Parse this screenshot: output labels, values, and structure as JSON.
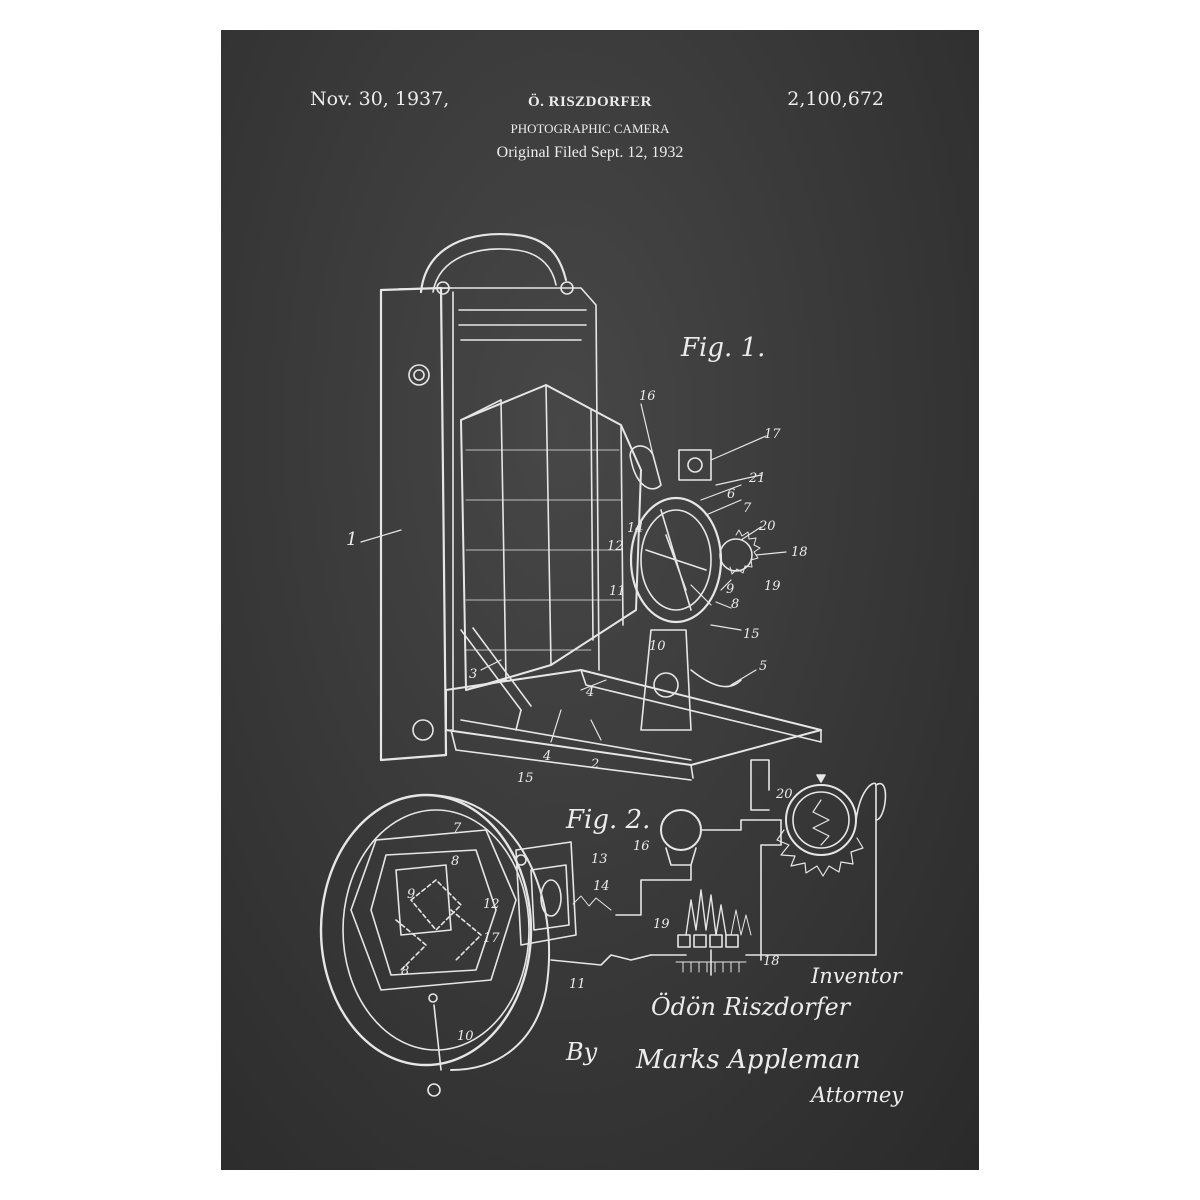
{
  "header": {
    "date": "Nov. 30, 1937,",
    "inventor": "Ö. RISZDORFER",
    "title": "PHOTOGRAPHIC CAMERA",
    "filed": "Original Filed Sept. 12, 1932",
    "patent_number": "2,100,672"
  },
  "figures": {
    "fig1_label": "Fig. 1.",
    "fig2_label": "Fig. 2."
  },
  "fig1_callouts": [
    "1",
    "2",
    "3",
    "4",
    "4",
    "5",
    "6",
    "7",
    "8",
    "9",
    "10",
    "11",
    "12",
    "14",
    "15",
    "16",
    "17",
    "18",
    "19",
    "20",
    "21"
  ],
  "fig2_callouts": [
    "7",
    "8",
    "8",
    "9",
    "10",
    "11",
    "12",
    "13",
    "14",
    "15",
    "16",
    "17",
    "18",
    "19",
    "20"
  ],
  "signature": {
    "inventor_label": "Inventor",
    "inventor_signature": "Ödön Riszdorfer",
    "by_label": "By",
    "attorney_signature": "Marks Appleman",
    "attorney_label": "Attorney"
  }
}
